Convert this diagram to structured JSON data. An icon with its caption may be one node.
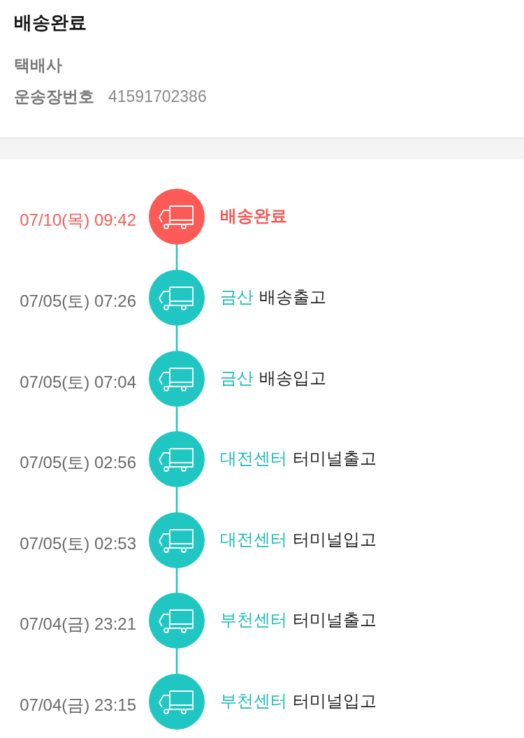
{
  "diagram": {
    "title": "배송완료",
    "nodes": [
      {
        "text": [],
        "shape": "circle",
        "beside": [
          "07/10(목) 09:42",
          "배송완료"
        ]
      },
      {
        "text": [],
        "shape": "circle",
        "beside": [
          "07/05(토) 07:26",
          "금산",
          "배송출고"
        ]
      },
      {
        "text": [],
        "shape": "circle",
        "beside": [
          "07/05(토) 07:04",
          "금산",
          "배송입고"
        ]
      },
      {
        "text": [],
        "shape": "circle",
        "beside": [
          "07/05(토) 02:56",
          "대전센터",
          "터미널출고"
        ]
      },
      {
        "text": [],
        "shape": "circle",
        "beside": [
          "07/05(토) 02:53",
          "대전센터",
          "터미널입고"
        ]
      },
      {
        "text": [],
        "shape": "circle",
        "beside": [
          "07/04(금) 23:21",
          "부천센터",
          "터미널출고"
        ]
      },
      {
        "text": [],
        "shape": "circle",
        "beside": [
          "07/04(금) 23:15",
          "부천센터",
          "터미널입고"
        ]
      }
    ],
    "edges": [
      {
        "from": 0,
        "to": 1,
        "arrow": "none"
      },
      {
        "from": 1,
        "to": 2,
        "arrow": "none"
      },
      {
        "from": 2,
        "to": 3,
        "arrow": "none"
      },
      {
        "from": 3,
        "to": 4,
        "arrow": "none"
      },
      {
        "from": 4,
        "to": 5,
        "arrow": "none"
      },
      {
        "from": 5,
        "to": 6,
        "arrow": "none"
      }
    ],
    "labels": [
      "택배사",
      "운송장번호",
      "41591702386"
    ]
  }
}
